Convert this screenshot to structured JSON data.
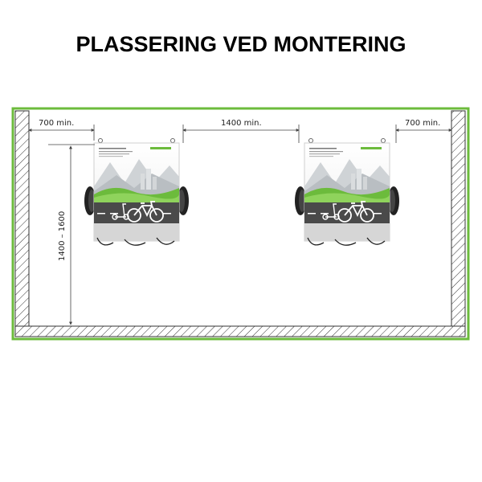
{
  "title": "PLASSERING VED MONTERING",
  "dimensions": {
    "left_min": "700 min.",
    "middle_min": "1400 min.",
    "right_min": "700 min.",
    "height_range": "1400 – 1600"
  },
  "colors": {
    "frame_green": "#6cbb3c",
    "hatch": "#333333",
    "dimension_line": "#444444"
  },
  "chargers": [
    {
      "id": "left"
    },
    {
      "id": "right"
    }
  ]
}
